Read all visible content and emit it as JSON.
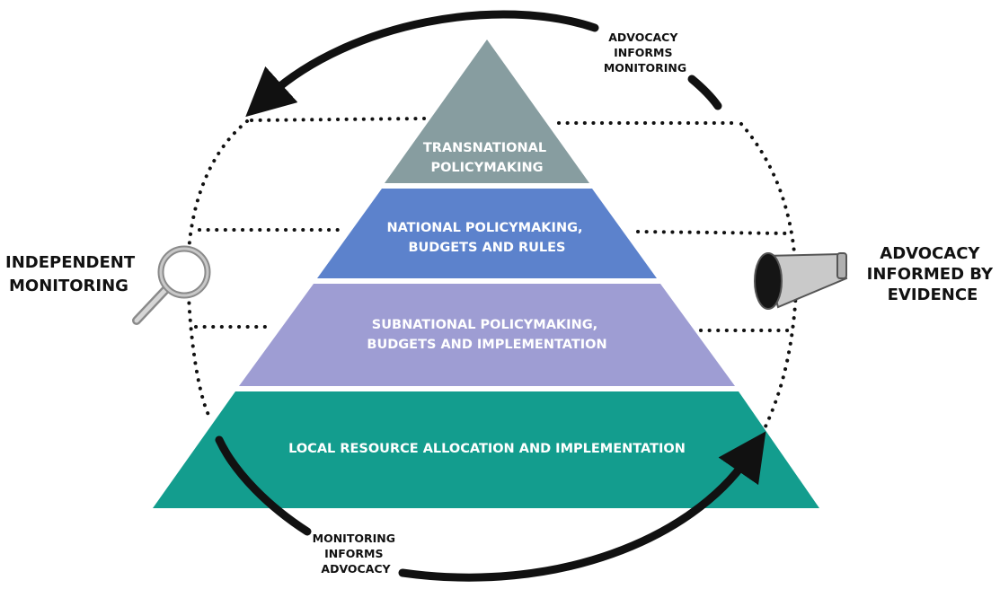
{
  "pyramid": {
    "tiers": [
      {
        "label_lines": [
          "TRANSNATIONAL",
          "POLICYMAKING"
        ],
        "color": "#879da0"
      },
      {
        "label_lines": [
          "NATIONAL POLICYMAKING,",
          "BUDGETS AND RULES"
        ],
        "color": "#5c82cc"
      },
      {
        "label_lines": [
          "SUBNATIONAL POLICYMAKING,",
          "BUDGETS AND IMPLEMENTATION"
        ],
        "color": "#9e9dd3"
      },
      {
        "label_lines": [
          "LOCAL RESOURCE ALLOCATION AND IMPLEMENTATION"
        ],
        "color": "#139d8e"
      }
    ]
  },
  "left_label": [
    "INDEPENDENT",
    "MONITORING"
  ],
  "right_label": [
    "ADVOCACY",
    "INFORMED BY",
    "EVIDENCE"
  ],
  "top_arrow_label": [
    "ADVOCACY",
    "INFORMS",
    "MONITORING"
  ],
  "bottom_arrow_label": [
    "MONITORING",
    "INFORMS",
    "ADVOCACY"
  ],
  "icons": {
    "left": "magnifying-glass-icon",
    "right": "megaphone-icon"
  },
  "colors": {
    "arrows": "#111111",
    "dotted_lines": "#111111"
  }
}
